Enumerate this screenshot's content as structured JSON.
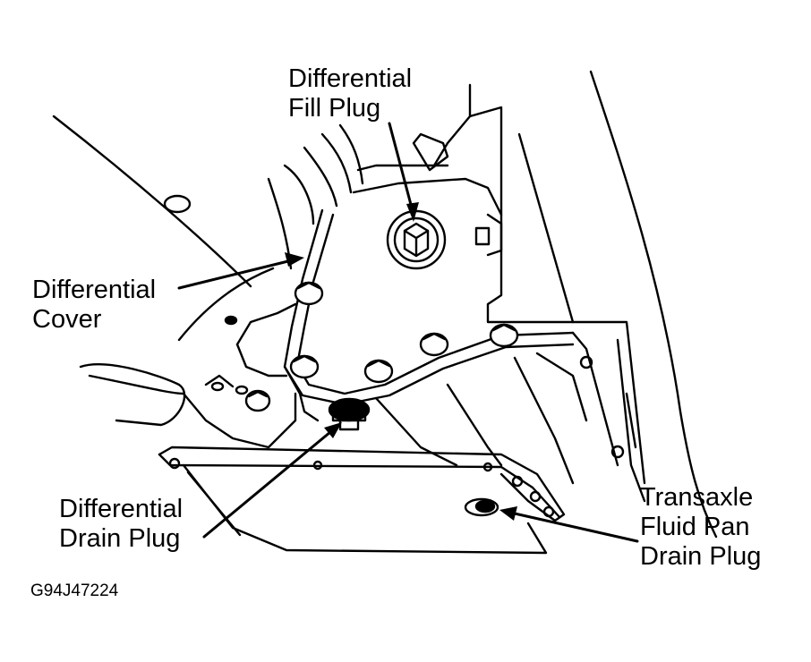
{
  "labels": {
    "fill_plug": [
      "Differential",
      "Fill Plug"
    ],
    "cover": [
      "Differential",
      "Cover"
    ],
    "drain_plug": [
      "Differential",
      "Drain Plug"
    ],
    "transaxle": [
      "Transaxle",
      "Fluid Pan",
      "Drain Plug"
    ]
  },
  "figure_code": "G94J47224"
}
